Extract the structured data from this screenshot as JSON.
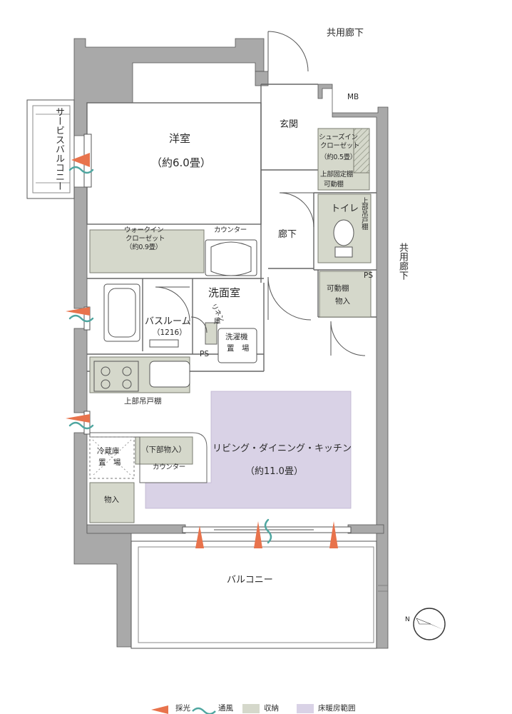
{
  "rooms": {
    "yoshitsu": "洋室",
    "yoshitsu_area": "（約6.0畳）",
    "genkan": "玄関",
    "mb": "MB",
    "shoes_closet_1": "シューズイン",
    "shoes_closet_2": "クローゼット",
    "shoes_closet_area": "（約0.5畳）",
    "upper_fixed_shelf": "上部固定棚",
    "movable_shelf_top": "可動棚",
    "toilet": "トイレ",
    "toilet_upper_cabinet": "上部吊戸棚",
    "wic_1": "ウォークイン",
    "wic_2": "クローゼット",
    "wic_area": "（約0.9畳）",
    "counter_top": "カウンター",
    "rouka": "廊下",
    "ps_right": "PS",
    "movable_shelf_storage": "可動棚",
    "storage_right": "物入",
    "senmen": "洗面室",
    "linen_1": "リネン",
    "linen_2": "庫",
    "bathroom": "バスルーム",
    "bathroom_size": "（1216）",
    "washer_1": "洗濯機",
    "washer_2": "置　場",
    "ps_center": "PS",
    "upper_cabinet_kitchen": "上部吊戸棚",
    "fridge_1": "冷蔵庫",
    "fridge_2": "置　場",
    "lower_storage": "（下部物入）",
    "counter_kitchen": "カウンター",
    "storage_left": "物入",
    "ldk": "リビング・ダイニング・キッチン",
    "ldk_area": "（約11.0畳）",
    "balcony": "バルコニー",
    "service_balcony": "サービスバルコニー",
    "corridor_top": "共用廊下",
    "corridor_right": "共用廊下"
  },
  "legend": {
    "lighting": "採光",
    "ventilation": "通風",
    "storage": "収納",
    "floor_heating": "床暖房範囲"
  },
  "colors": {
    "wall": "#a9a9a9",
    "storage": "#d5d8cb",
    "floor_heating": "#d9d2e6",
    "lighting": "#e8734c",
    "ventilation": "#4fa6a0"
  },
  "icons": {
    "compass": "north-compass-icon",
    "lighting": "lighting-arrow-icon",
    "ventilation": "ventilation-wave-icon"
  }
}
